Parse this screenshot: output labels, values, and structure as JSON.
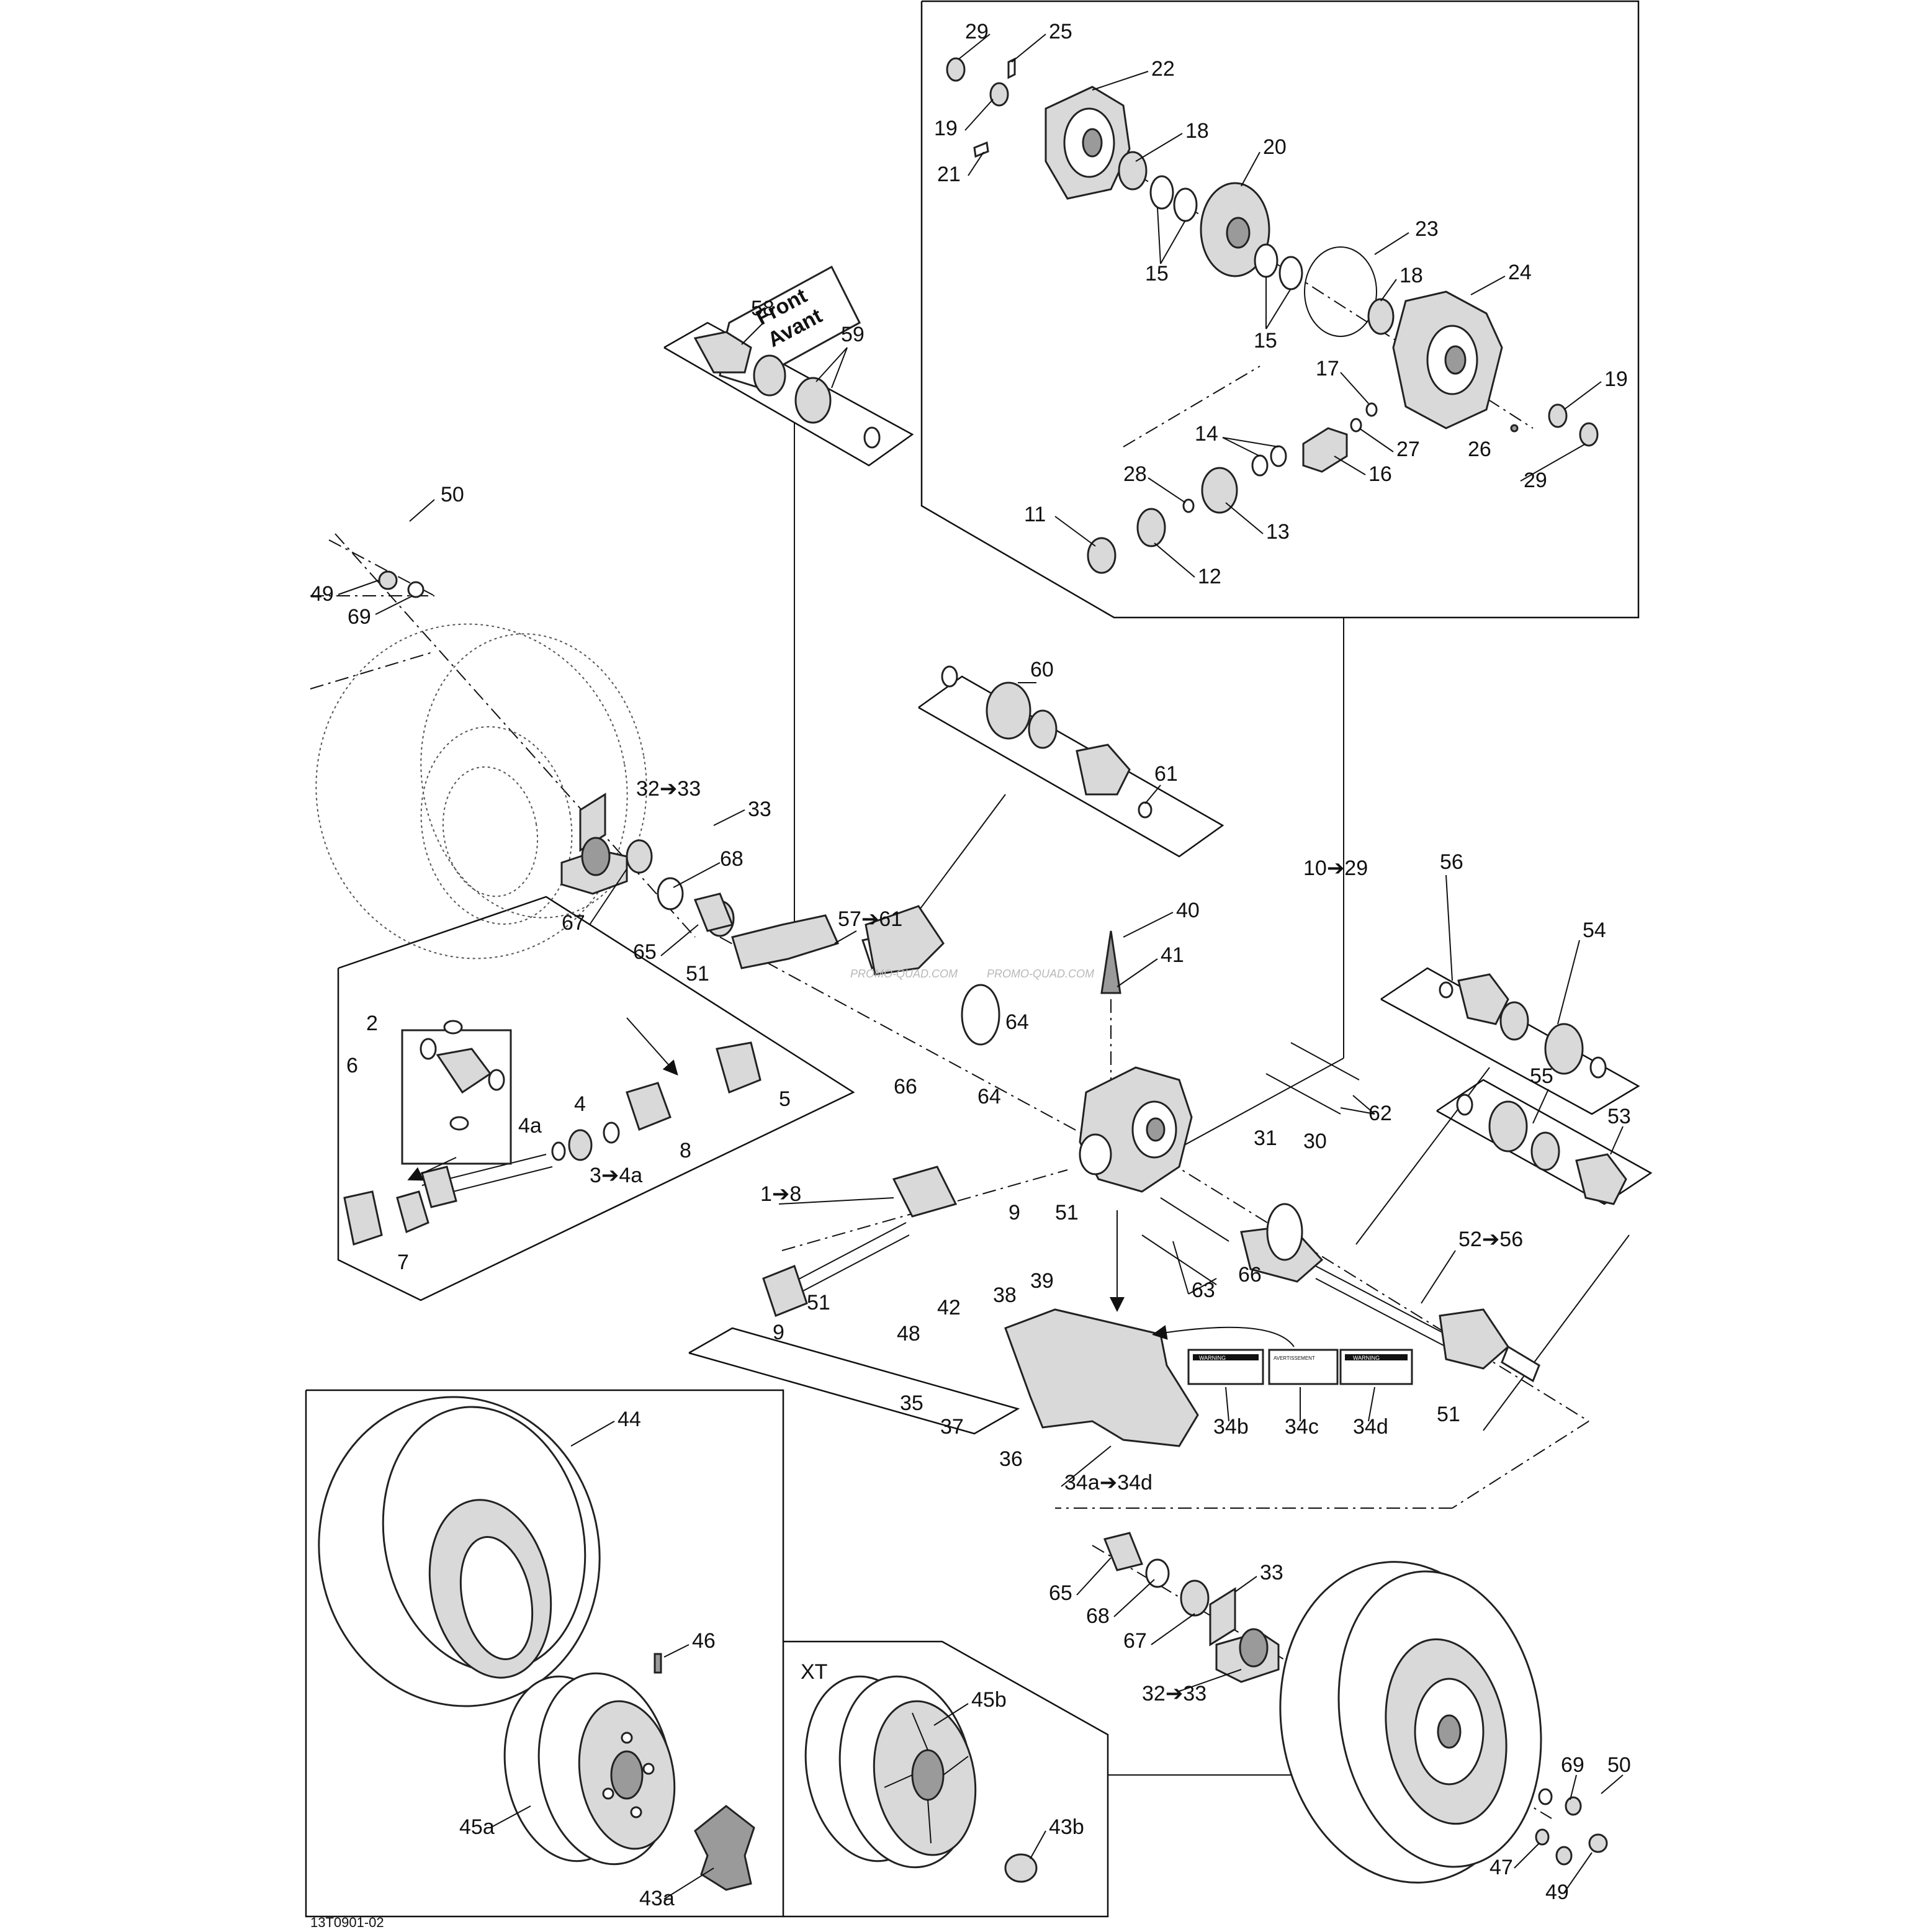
{
  "diagram_id": "13T0901-02",
  "direction_arrow": {
    "line1": "Front",
    "line2": "Avant",
    "icon": "arrow-icon"
  },
  "watermark": "PROMO-QUAD.COM",
  "labels": {
    "p29a": "29",
    "p25": "25",
    "p22": "22",
    "p19a": "19",
    "p18a": "18",
    "p21": "21",
    "p20": "20",
    "p15a": "15",
    "p23": "23",
    "p18b": "18",
    "p24": "24",
    "p15b": "15",
    "p17": "17",
    "p19b": "19",
    "p14": "14",
    "p27": "27",
    "p26": "26",
    "p16": "16",
    "p29b": "29",
    "p28": "28",
    "p11": "11",
    "p13": "13",
    "p12": "12",
    "p50a": "50",
    "p49a": "49",
    "p69a": "69",
    "p58": "58",
    "p59": "59",
    "p60": "60",
    "p61": "61",
    "p32_33a": "32➔33",
    "p33a": "33",
    "p68a": "68",
    "p67a": "67",
    "p65a": "65",
    "p57_61": "57➔61",
    "p51a": "51",
    "p10_29": "10➔29",
    "p56": "56",
    "p54": "54",
    "p40": "40",
    "p41": "41",
    "p2": "2",
    "p6": "6",
    "p5": "5",
    "p4": "4",
    "p4a": "4a",
    "p8": "8",
    "p3_4a": "3➔4a",
    "p7": "7",
    "p64a": "64",
    "p66a": "66",
    "p64b": "64",
    "p62": "62",
    "p31": "31",
    "p30": "30",
    "p55": "55",
    "p53": "53",
    "p51b": "51",
    "p1_8": "1➔8",
    "p9a": "9",
    "p39": "39",
    "p38": "38",
    "p42": "42",
    "p48": "48",
    "p51c": "51",
    "p9b": "9",
    "p63": "63",
    "p66b": "66",
    "p52_56": "52➔56",
    "p35": "35",
    "p37": "37",
    "p36": "36",
    "p34a_34d": "34a➔34d",
    "p34b": "34b",
    "p34c": "34c",
    "p34d": "34d",
    "p51d": "51",
    "p44": "44",
    "p46": "46",
    "p45a": "45a",
    "p43a": "43a",
    "xt": "XT",
    "p45b": "45b",
    "p43b": "43b",
    "p65b": "65",
    "p68b": "68",
    "p33b": "33",
    "p67b": "67",
    "p32_33b": "32➔33",
    "p69b": "69",
    "p50b": "50",
    "p47": "47",
    "p49b": "49"
  },
  "decals": {
    "d34b": "WARNING",
    "d34c": "AVERTISSEMENT",
    "d34d": "WARNING"
  }
}
